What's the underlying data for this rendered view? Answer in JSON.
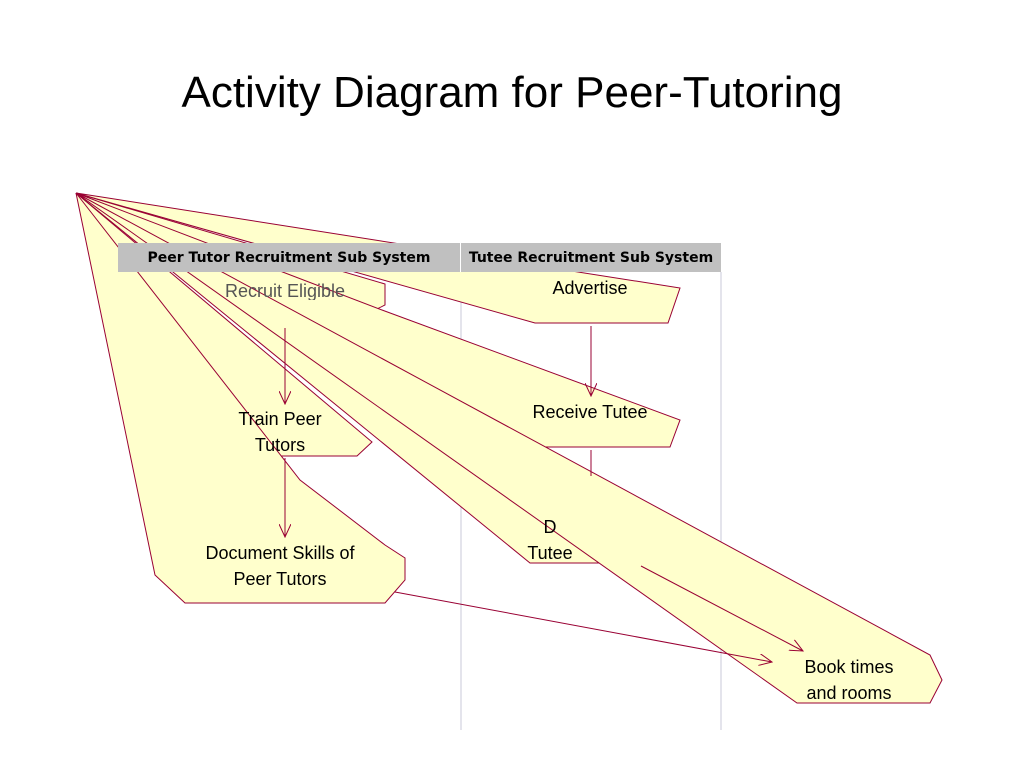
{
  "slide": {
    "title": "Activity Diagram for Peer-Tutoring"
  },
  "swimlanes": [
    {
      "id": "peer",
      "header": "Peer Tutor Recruitment Sub System"
    },
    {
      "id": "tutee",
      "header": "Tutee Recruitment Sub System"
    }
  ],
  "activities": [
    {
      "id": "recruit",
      "label": "Recruit Eligible\nPeer Tutors",
      "lane": "peer",
      "partially_hidden": true
    },
    {
      "id": "train",
      "label": "Train Peer\nTutors",
      "lane": "peer"
    },
    {
      "id": "document_skills",
      "label": "Document Skills of\nPeer Tutors",
      "lane": "peer"
    },
    {
      "id": "advertise",
      "label": "Advertise",
      "lane": "tutee"
    },
    {
      "id": "receive_tutee",
      "label": "Receive Tutee",
      "lane": "tutee"
    },
    {
      "id": "document_tutee",
      "label": "D\nTutee",
      "lane": "tutee",
      "partially_hidden": true
    },
    {
      "id": "book",
      "label": "Book times\nand rooms",
      "lane": "outside"
    }
  ],
  "transitions": [
    {
      "from": "recruit",
      "to": "train"
    },
    {
      "from": "train",
      "to": "document_skills"
    },
    {
      "from": "advertise",
      "to": "receive_tutee"
    },
    {
      "from": "receive_tutee",
      "to": "document_tutee"
    },
    {
      "from": "document_skills",
      "to": "book"
    },
    {
      "from": "document_tutee",
      "to": "book"
    }
  ],
  "colors": {
    "node_fill": "#ffffcc",
    "node_stroke": "#990033",
    "header_fill": "#c0c0c0",
    "lane_divider": "#c8c8d8"
  }
}
